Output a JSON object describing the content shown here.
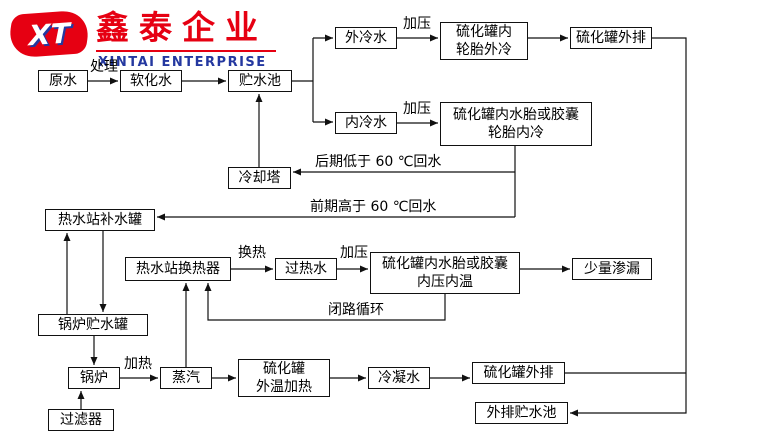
{
  "logo": {
    "mark_text": "XT",
    "company_cn": "鑫泰企业",
    "company_en": "XINTAI ENTERPRISE",
    "colors": {
      "red": "#e60012",
      "blue": "#2438a0"
    }
  },
  "nodes": {
    "raw_water": {
      "label": "原水"
    },
    "softened_water": {
      "label": "软化水"
    },
    "storage_pool": {
      "label": "贮水池"
    },
    "external_cooling_water": {
      "label": "外冷水"
    },
    "tank_tire_external_cooling": {
      "line1": "硫化罐内",
      "line2": "轮胎外冷"
    },
    "tank_external_discharge_top": {
      "label": "硫化罐外排"
    },
    "internal_cooling_water": {
      "label": "内冷水"
    },
    "tank_bladder_internal_cooling": {
      "line1": "硫化罐内水胎或胶囊",
      "line2": "轮胎内冷"
    },
    "cooling_tower": {
      "label": "冷却塔"
    },
    "hws_makeup_tank": {
      "label": "热水站补水罐"
    },
    "hws_heat_exchanger": {
      "label": "热水站换热器"
    },
    "superheated_water": {
      "label": "过热水"
    },
    "tank_bladder_pressure_temperature": {
      "line1": "硫化罐内水胎或胶囊",
      "line2": "内压内温"
    },
    "slight_leakage": {
      "label": "少量渗漏"
    },
    "boiler_storage_tank": {
      "label": "锅炉贮水罐"
    },
    "boiler": {
      "label": "锅炉"
    },
    "steam": {
      "label": "蒸汽"
    },
    "tank_external_heating": {
      "line1": "硫化罐",
      "line2": "外温加热"
    },
    "condensate_water": {
      "label": "冷凝水"
    },
    "tank_external_discharge_bottom": {
      "label": "硫化罐外排"
    },
    "filter": {
      "label": "过滤器"
    },
    "discharge_storage_pool": {
      "label": "外排贮水池"
    }
  },
  "edge_labels": {
    "treatment": "处理",
    "pressurize_external": "加压",
    "pressurize_internal": "加压",
    "pressurize_superheated": "加压",
    "heat_exchange": "换热",
    "heating": "加热",
    "late_return": "后期低于 60 ℃回水",
    "early_return": "前期高于 60 ℃回水",
    "closed_loop": "闭路循环"
  }
}
